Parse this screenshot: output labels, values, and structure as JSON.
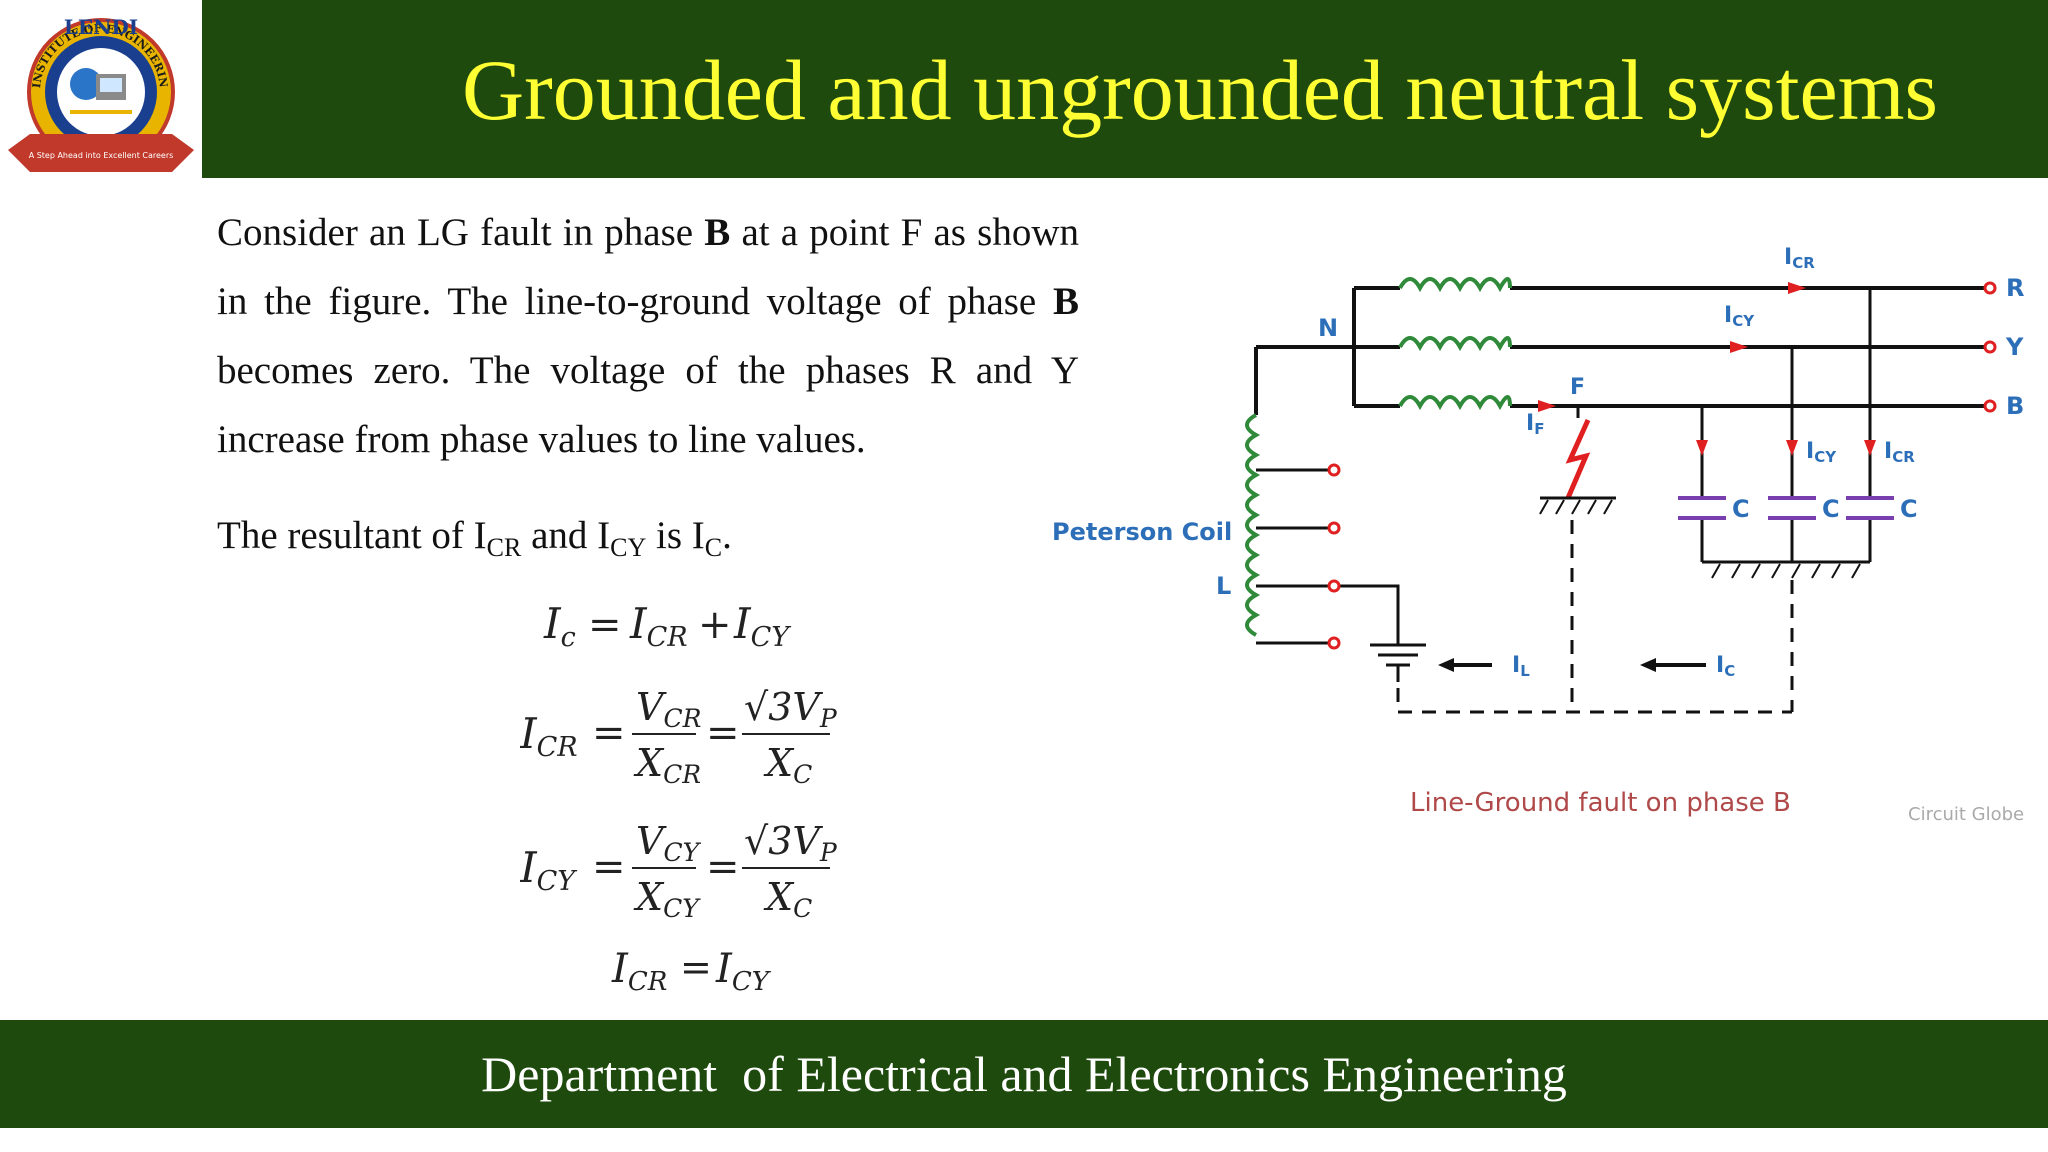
{
  "header": {
    "title": "Grounded and ungrounded neutral systems",
    "logo": {
      "icon": "college-logo-icon",
      "name_text": "LENDI",
      "ring_text": "INSTITUTE OF ENGINEERING & TECHNOLOGY",
      "ribbon_text": "A Step Ahead into Excellent Careers"
    }
  },
  "content": {
    "para1": {
      "t1": "Consider an LG fault in phase ",
      "b1": "B",
      "t2": " at a point F as shown in the figure. The line-to-ground voltage of phase ",
      "b2": "B",
      "t3": " becomes zero. The voltage of the phases R and Y increase from phase values to line values."
    },
    "para2": {
      "t1": "The resultant of I",
      "s1": "CR",
      "t2": " and I",
      "s2": "CY",
      "t3": " is I",
      "s3": "C",
      "t4": "."
    }
  },
  "equations": {
    "eq1": {
      "lhs": "I",
      "lhs_sub": "c",
      "eq": "=",
      "t1": "I",
      "t1_sub": "CR",
      "plus": "+",
      "t2": "I",
      "t2_sub": "CY"
    },
    "eq2": {
      "lhs": "I",
      "lhs_sub": "CR",
      "n1": "V",
      "n1_sub": "CR",
      "d1": "X",
      "d1_sub": "CR",
      "n2": "√3V",
      "n2_sub": "P",
      "d2": "X",
      "d2_sub": "C"
    },
    "eq3": {
      "lhs": "I",
      "lhs_sub": "CY",
      "n1": "V",
      "n1_sub": "CY",
      "d1": "X",
      "d1_sub": "CY",
      "n2": "√3V",
      "n2_sub": "P",
      "d2": "X",
      "d2_sub": "C"
    },
    "eq4": {
      "lhs": "I",
      "lhs_sub": "CR",
      "eq": "=",
      "rhs": "I",
      "rhs_sub": "CY"
    }
  },
  "diagram": {
    "caption": "Line-Ground fault on phase B",
    "credit": "Circuit Globe",
    "labels": {
      "n": "N",
      "r": "R",
      "y": "Y",
      "b": "B",
      "f": "F",
      "l": "L",
      "peterson": "Peterson Coil",
      "icr": "I",
      "icr_sub": "CR",
      "icy": "I",
      "icy_sub": "CY",
      "if": "I",
      "if_sub": "F",
      "il": "I",
      "il_sub": "L",
      "ic": "I",
      "ic_sub": "C",
      "c": "C"
    },
    "colors": {
      "label": "#2c6fb8",
      "arrow": "#e02020",
      "cap": "#7a3fae",
      "node": "#e02020",
      "caption": "#b04a4a"
    }
  },
  "footer": {
    "text": "Department  of Electrical and Electronics Engineering"
  },
  "colors": {
    "banner": "#1e4a0d",
    "title": "#ffff33",
    "footer_text": "#ffffff"
  }
}
